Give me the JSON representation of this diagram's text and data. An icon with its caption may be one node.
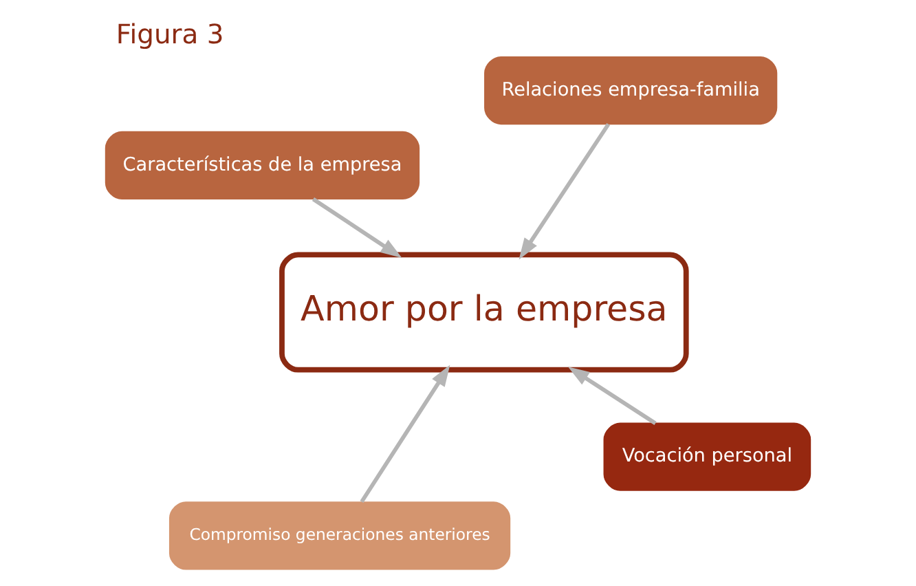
{
  "diagram": {
    "title": "Figura 3",
    "nodes": [
      {
        "text": [
          "Amor por la empresa"
        ]
      },
      {
        "text": [
          "Vocación personal"
        ]
      },
      {
        "text": [
          "Compromiso generaciones anteriores"
        ]
      },
      {
        "text": [
          "Características de la empresa"
        ]
      },
      {
        "text": [
          "Relaciones empresa-familia"
        ]
      }
    ],
    "edges": [
      {
        "from": 1,
        "to": 0,
        "arrow": "to"
      },
      {
        "from": 2,
        "to": 0,
        "arrow": "to"
      },
      {
        "from": 3,
        "to": 0,
        "arrow": "to"
      },
      {
        "from": 4,
        "to": 0,
        "arrow": "to"
      }
    ]
  }
}
